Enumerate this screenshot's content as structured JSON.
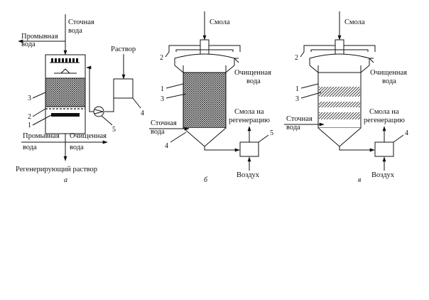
{
  "fig_a": {
    "label_sewage_1": "Сточная",
    "label_sewage_2": "вода",
    "label_wash_top_1": "Промывная",
    "label_wash_top_2": "вода",
    "label_solution": "Раствор",
    "label_wash_bottom_1": "Промывная",
    "label_wash_bottom_2": "вода",
    "label_clean_1": "Очищенная",
    "label_clean_2": "вода",
    "label_regen": "Регенерирующий раствор",
    "num_1": "1",
    "num_2": "2",
    "num_3": "3",
    "num_4": "4",
    "num_5": "5",
    "caption": "а"
  },
  "fig_b": {
    "label_resin": "Смола",
    "label_clean_1": "Очищенная",
    "label_clean_2": "вода",
    "label_sewage_1": "Сточная",
    "label_sewage_2": "вода",
    "label_to_regen_1": "Смола на",
    "label_to_regen_2": "регенерацию",
    "label_air": "Воздух",
    "num_1": "1",
    "num_2": "2",
    "num_3": "3",
    "num_4": "4",
    "num_5": "5",
    "caption": "б"
  },
  "fig_c": {
    "label_resin": "Смола",
    "label_clean_1": "Очищенная",
    "label_clean_2": "вода",
    "label_sewage_1": "Сточная",
    "label_sewage_2": "вода",
    "label_to_regen_1": "Смола на",
    "label_to_regen_2": "регенерацию",
    "label_air": "Воздух",
    "num_1": "1",
    "num_2": "2",
    "num_3": "3",
    "num_4": "4",
    "caption": "в"
  }
}
